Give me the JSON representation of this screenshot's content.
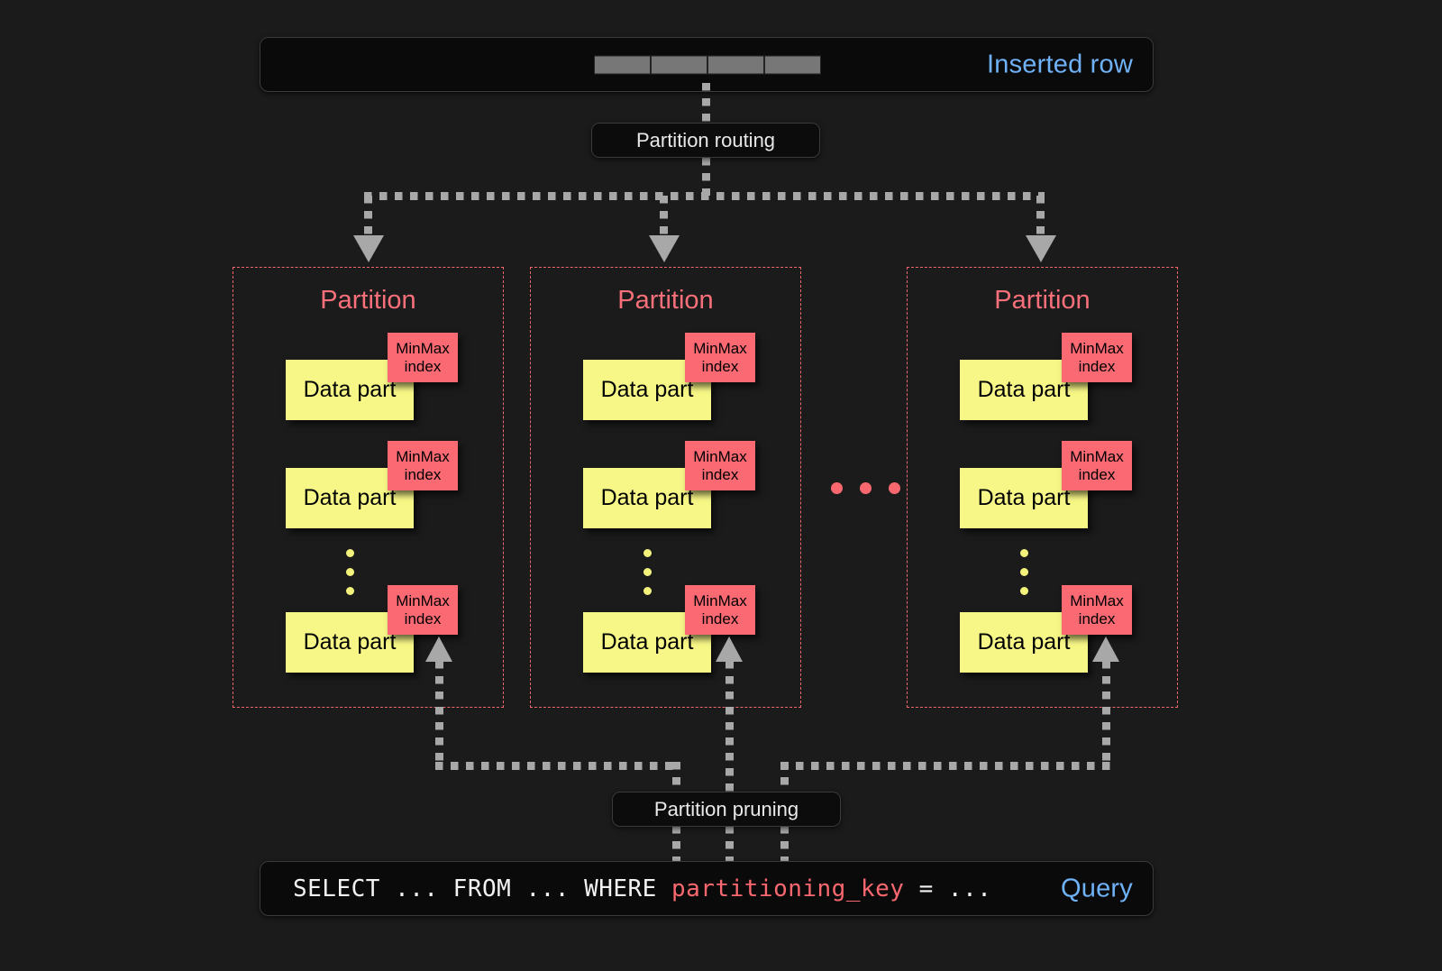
{
  "page": {
    "background": "#1b1b1b",
    "accent_red": "#f9686f",
    "accent_yellow": "#f7f787",
    "accent_blue": "#6fb2f7",
    "line_gray": "#a8a8a8"
  },
  "inserted_row": {
    "label": "Inserted row",
    "cell_count": 4,
    "cell_color": "#777777"
  },
  "partition_routing": {
    "label": "Partition routing"
  },
  "partition_pruning": {
    "label": "Partition pruning"
  },
  "partitions": [
    {
      "title": "Partition",
      "parts": [
        {
          "data_label": "Data part",
          "index_line1": "MinMax",
          "index_line2": "index"
        },
        {
          "data_label": "Data part",
          "index_line1": "MinMax",
          "index_line2": "index"
        },
        {
          "data_label": "Data part",
          "index_line1": "MinMax",
          "index_line2": "index"
        }
      ],
      "ellipsis_dots": 3
    },
    {
      "title": "Partition",
      "parts": [
        {
          "data_label": "Data part",
          "index_line1": "MinMax",
          "index_line2": "index"
        },
        {
          "data_label": "Data part",
          "index_line1": "MinMax",
          "index_line2": "index"
        },
        {
          "data_label": "Data part",
          "index_line1": "MinMax",
          "index_line2": "index"
        }
      ],
      "ellipsis_dots": 3
    },
    {
      "title": "Partition",
      "parts": [
        {
          "data_label": "Data part",
          "index_line1": "MinMax",
          "index_line2": "index"
        },
        {
          "data_label": "Data part",
          "index_line1": "MinMax",
          "index_line2": "index"
        },
        {
          "data_label": "Data part",
          "index_line1": "MinMax",
          "index_line2": "index"
        }
      ],
      "ellipsis_dots": 3
    }
  ],
  "partitions_ellipsis": {
    "dots": 3
  },
  "query": {
    "label": "Query",
    "sql_prefix": "SELECT ... FROM ... WHERE ",
    "sql_key": "partitioning_key",
    "sql_suffix": " = ...",
    "sql_full": "SELECT ... FROM ... WHERE partitioning_key = ..."
  }
}
